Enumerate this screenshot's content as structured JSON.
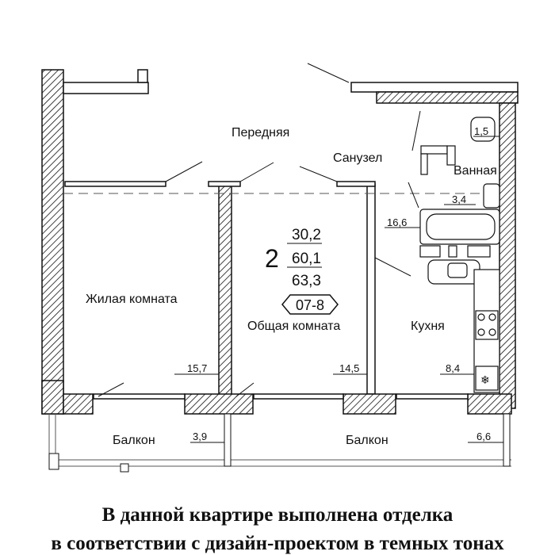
{
  "rooms": {
    "hallway": "Передняя",
    "bathroom": "Санузел",
    "bath": "Ванная",
    "living_room": "Жилая комната",
    "common_room": "Общая комната",
    "kitchen": "Кухня",
    "balcony_left": "Балкон",
    "balcony_right": "Балкон"
  },
  "areas": {
    "bathroom_small": "1,5",
    "bath": "3,4",
    "hallway": "16,6",
    "living_room": "15,7",
    "common_room": "14,5",
    "kitchen": "8,4",
    "balcony_left": "3,9",
    "balcony_right": "6,6"
  },
  "summary": {
    "rooms_count": "2",
    "living_area": "30,2",
    "total_area": "60,1",
    "total_with_balcony": "63,3",
    "apartment_code": "07-8"
  },
  "footer": {
    "line1": "В данной квартире выполнена отделка",
    "line2": "в соответствии с дизайн-проектом в темных тонах"
  }
}
